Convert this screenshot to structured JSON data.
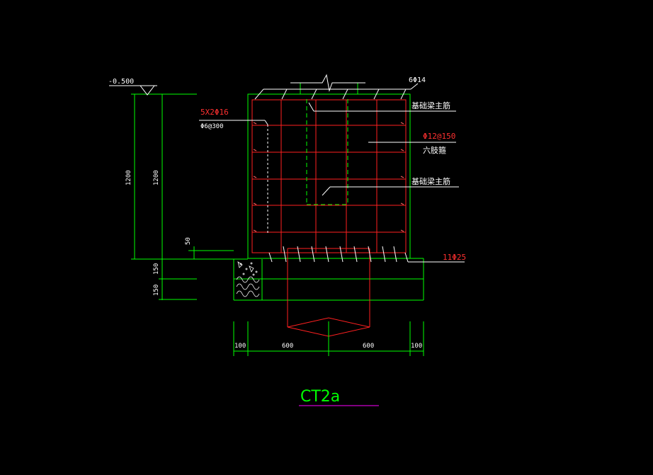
{
  "colors": {
    "background": "#000000",
    "outline": "#00ff00",
    "rebar": "#ff2020",
    "dimension": "#00ff00",
    "text_white": "#ffffff",
    "text_red": "#ff3030",
    "title": "#00ff00",
    "title_underline": "#ff00ff",
    "leader": "#ffffff"
  },
  "labels": {
    "elevation": "-0.500",
    "top_bars": "6Φ14",
    "side_bars": "5X2Φ16",
    "stirrup": "Φ6@300",
    "beam_main_1": "基础梁主筋",
    "tie_spec": "Φ12@150",
    "tie_type": "六肢箍",
    "beam_main_2": "基础梁主筋",
    "bottom_bars": "11Φ25"
  },
  "dimensions": {
    "height_outer": "1200",
    "height_inner": "1200",
    "offset": "50",
    "layer1": "150",
    "layer2": "150",
    "w_left": "100",
    "w_mid1": "600",
    "w_mid2": "600",
    "w_right": "100"
  },
  "title": "CT2a"
}
